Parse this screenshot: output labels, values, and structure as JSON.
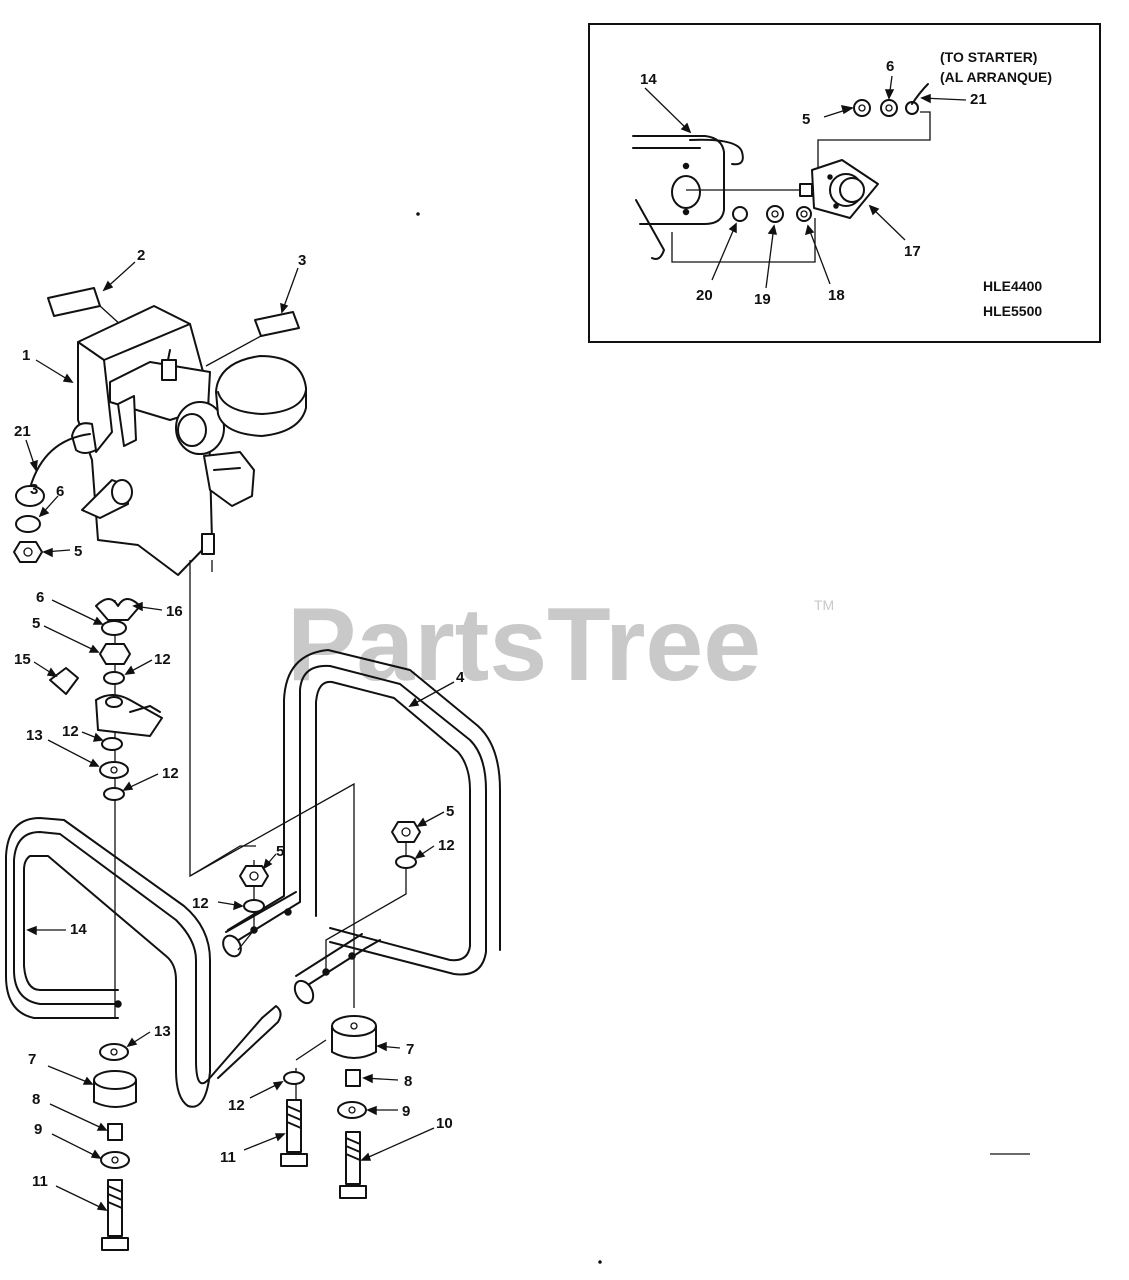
{
  "watermark": {
    "text": "PartsTree",
    "trademark": "TM"
  },
  "inset": {
    "note_line1": "(TO STARTER)",
    "note_line2": "(AL ARRANQUE)",
    "models": [
      "HLE4400",
      "HLE5500"
    ],
    "callouts": [
      "14",
      "6",
      "21",
      "5",
      "17",
      "20",
      "19",
      "18"
    ]
  },
  "main": {
    "callouts": [
      "2",
      "3",
      "1",
      "21",
      "3",
      "6",
      "5",
      "6",
      "16",
      "5",
      "12",
      "15",
      "12",
      "13",
      "12",
      "4",
      "5",
      "12",
      "5",
      "12",
      "14",
      "13",
      "7",
      "7",
      "8",
      "8",
      "9",
      "9",
      "11",
      "12",
      "11",
      "10"
    ]
  }
}
